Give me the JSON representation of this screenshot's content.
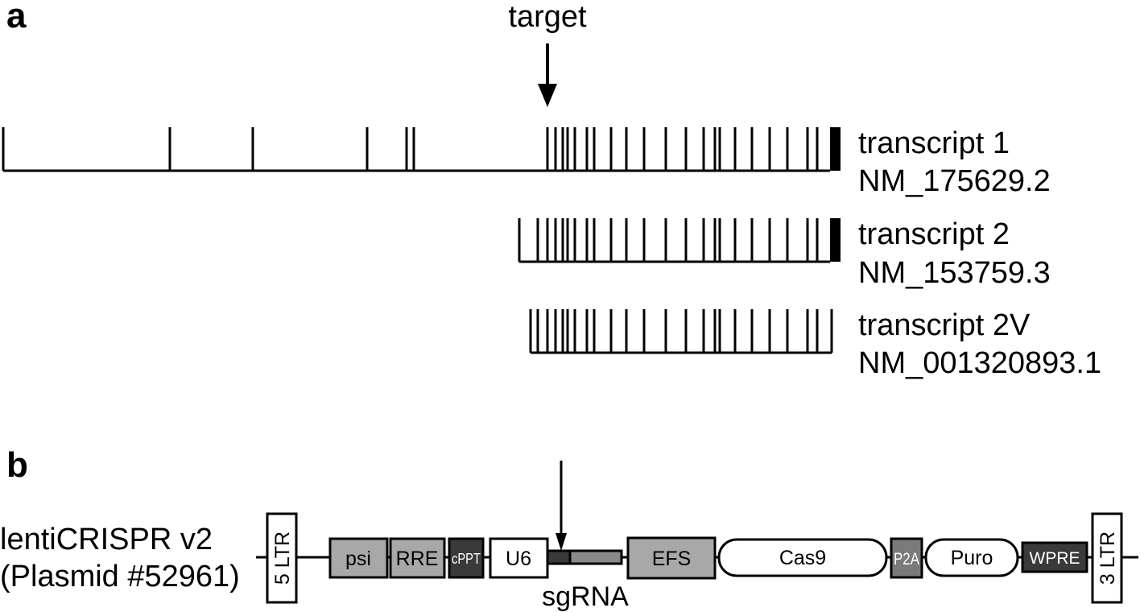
{
  "panel_a": {
    "letter": "a",
    "target_label": "target",
    "transcripts": [
      {
        "name": "transcript 1",
        "accession": "NM_175629.2"
      },
      {
        "name": "transcript 2",
        "accession": "NM_153759.3"
      },
      {
        "name": "transcript 2V",
        "accession": "NM_001320893.1"
      }
    ]
  },
  "panel_b": {
    "letter": "b",
    "plasmid_name": "lentiCRISPR v2",
    "plasmid_id": "(Plasmid #52961)",
    "elements": {
      "ltr5": "5 LTR",
      "psi": "psi",
      "rre": "RRE",
      "cppt": "cPPT",
      "u6": "U6",
      "sgrna": "sgRNA",
      "efs": "EFS",
      "cas9": "Cas9",
      "p2a": "P2A",
      "puro": "Puro",
      "wpre": "WPRE",
      "ltr3": "3 LTR"
    }
  }
}
